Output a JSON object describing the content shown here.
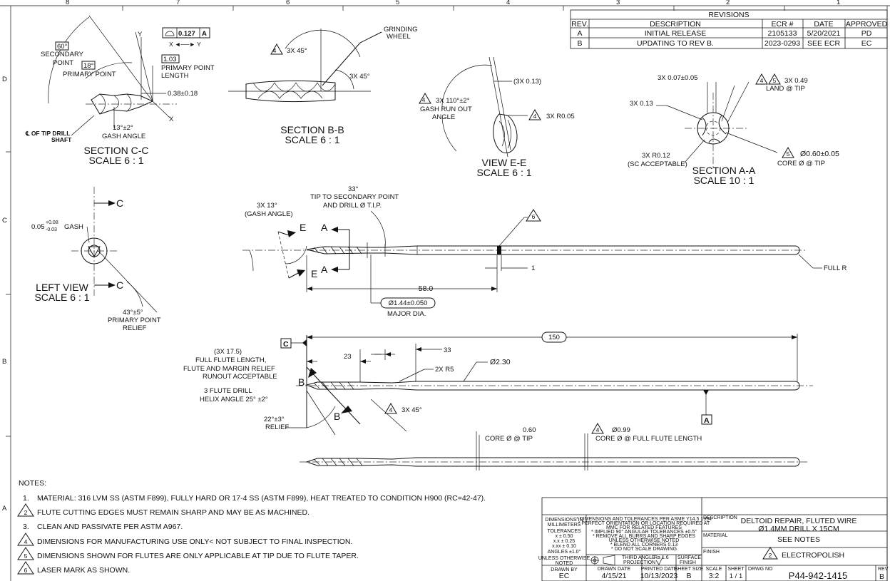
{
  "border": {
    "top_zones": [
      "8",
      "7",
      "6",
      "5",
      "4",
      "3",
      "2",
      "1"
    ],
    "side_zones": [
      "D",
      "C",
      "B",
      "A"
    ]
  },
  "revisions": {
    "title": "REVISIONS",
    "headers": [
      "REV.",
      "DESCRIPTION",
      "ECR #",
      "DATE",
      "APPROVED"
    ],
    "rows": [
      [
        "A",
        "INITIAL RELEASE",
        "2105133",
        "5/20/2021",
        "PD"
      ],
      [
        "B",
        "UPDATING TO REV B.",
        "2023-0293",
        "SEE ECR",
        "EC"
      ]
    ]
  },
  "section_cc": {
    "title": "SECTION C-C",
    "scale": "SCALE 6 : 1",
    "secondary_angle": "60°",
    "secondary_label_1": "SECONDARY",
    "secondary_label_2": "POINT",
    "primary_angle": "18°",
    "primary_label": "PRIMARY POINT",
    "y_label": "Y",
    "x_label": "X",
    "profile_tol": "0.127",
    "datum_a": "A",
    "x_to_y": "X ◄──► Y",
    "point_length": "1.03",
    "point_length_label_1": "PRIMARY POINT",
    "point_length_label_2": "LENGTH",
    "offset_dim": "0.38±0.18",
    "gash_angle": "13°±2°",
    "gash_label": "GASH ANGLE",
    "shaft_label_1": "℄ OF TIP DRILL",
    "shaft_label_2": "SHAFT"
  },
  "section_bb": {
    "title": "SECTION B-B",
    "scale": "SCALE 6 : 1",
    "note_flag": "4",
    "note_1": "3X 45°",
    "note_2": "3X 45°",
    "wheel_1": "GRINDING",
    "wheel_2": "WHEEL"
  },
  "view_ee": {
    "title": "VIEW E-E",
    "scale": "SCALE 6 : 1",
    "dim_1": "(3X 0.13)",
    "flag_1": "4",
    "runout_1": "3X 110°±2°",
    "runout_2": "GASH RUN OUT",
    "runout_3": "ANGLE",
    "flag_2": "4",
    "radius": "3X R0.05"
  },
  "section_aa": {
    "title": "SECTION A-A",
    "scale": "SCALE 10 : 1",
    "dim_1": "3X 0.07±0.05",
    "flag_4": "4",
    "flag_5": "5",
    "land_1": "3X 0.49",
    "land_2": "LAND @ TIP",
    "dim_2": "3X 0.13",
    "radius_1": "3X R0.12",
    "radius_2": "(SC ACCEPTABLE)",
    "core_dim": "Ø0.60±0.05",
    "core_label": "CORE Ø @ TIP"
  },
  "left_view": {
    "title": "LEFT VIEW",
    "scale": "SCALE 6 : 1",
    "gash_base": "0.05",
    "gash_plus": "+0.08",
    "gash_minus": "-0.03",
    "gash_label": "GASH",
    "section_letter": "C",
    "relief_1": "43°±5°",
    "relief_2": "PRIMARY POINT",
    "relief_3": "RELIEF"
  },
  "main_view": {
    "gash_1": "3X 13°",
    "gash_2": "(GASH ANGLE)",
    "tip_1": "33°",
    "tip_2": "TIP TO SECONDARY POINT",
    "tip_3": "AND DRILL Ø T.I.P.",
    "section_e": "E",
    "section_a": "A",
    "laser_flag": "6",
    "mark_width": "1",
    "full_r": "FULL R",
    "length": "58.0",
    "major_dia": "Ø1.44±0.050",
    "major_label": "MAJOR DIA."
  },
  "lower_view": {
    "datum_c": "C",
    "overall": "150",
    "flute_1": "(3X 17.5)",
    "flute_2": "FULL FLUTE LENGTH,",
    "flute_3": "FLUTE AND MARGIN RELIEF",
    "flute_4": "RUNOUT ACCEPTABLE",
    "dim_23": "23",
    "dim_33": "33",
    "radius": "2X R5",
    "dia": "Ø2.30",
    "helix_1": "3 FLUTE DRILL",
    "helix_2": "HELIX ANGLE 25° ±2°",
    "section_b": "B",
    "flag_4": "4",
    "angle": "3X 45°",
    "relief_1": "22°±3°",
    "relief_2": "RELIEF",
    "datum_a": "A"
  },
  "bottom_view": {
    "core_tip_val": "0.60",
    "core_tip_label": "CORE Ø @ TIP",
    "flag_4": "4",
    "core_full_val": "Ø0.99",
    "core_full_label": "CORE Ø @ FULL FLUTE LENGTH"
  },
  "notes": {
    "title": "NOTES:",
    "items": [
      {
        "num": "1.",
        "flag": false,
        "text": "MATERIAL:  316 LVM SS (ASTM F899), FULLY HARD  OR  17-4 SS (ASTM F899), HEAT TREATED TO CONDITION H900 (RC=42-47)."
      },
      {
        "num": "2",
        "flag": true,
        "text": "FLUTE CUTTING EDGES MUST REMAIN SHARP AND MAY BE AS MACHINED."
      },
      {
        "num": "3.",
        "flag": false,
        "text": "CLEAN AND PASSIVATE PER ASTM A967."
      },
      {
        "num": "4",
        "flag": true,
        "text": "DIMENSIONS FOR MANUFACTURING USE ONLY< NOT SUBJECT TO FINAL INSPECTION."
      },
      {
        "num": "5",
        "flag": true,
        "text": "DIMENSIONS SHOWN FOR FLUTES ARE ONLY APPLICABLE AT TIP DUE TO FLUTE TAPER."
      },
      {
        "num": "6",
        "flag": true,
        "text": "LASER MARK AS SHOWN."
      }
    ]
  },
  "title_block": {
    "dims_1": "DIMENSIONS IN",
    "dims_2": "MILLIMETERS",
    "tol_title": "TOLERANCES",
    "tol_1": "x ± 0.50",
    "tol_2": "x.x ± 0.25",
    "tol_3": "x.xx ± 0.10",
    "tol_4": "ANGLES ±1.0°",
    "unless_1": "UNLESS OTHERWISE",
    "unless_2": "NOTED",
    "gen_1": "* DIMENSIONS AND TOLERANCES PER ASME Y14.5 1994",
    "gen_2": "* PERFECT ORIENTATION OR LOCATION REQUIRED AT",
    "gen_3": "MMC FOR RELATED FEATURES",
    "gen_4": "* IMPLIED 90° ANGULAR TOLERANCES ±0.5°",
    "gen_5": "* REMOVE ALL BURRS AND SHARP EDGES",
    "gen_6": "UNLESS OTHERWISE NOTED",
    "gen_7": "* BLEND ALL CORNERS 0.13",
    "gen_8": "* DO NOT SCALE DRAWING",
    "projection_1": "THIRD ANGLE",
    "projection_2": "PROJECTION",
    "finish_val": "Ra 1.6",
    "finish_1": "SURFACE",
    "finish_2": "FINISH",
    "desc_label": "DESCRIPTION",
    "desc_1": "DELTOID REPAIR, FLUTED WIRE",
    "desc_2": "Ø1.4MM DRILL X 15CM",
    "material_label": "MATERIAL",
    "material": "SEE NOTES",
    "finish_label": "FINISH",
    "finish_flag": "2",
    "finish": "ELECTROPOLISH",
    "drawn_by_label": "DRAWN BY",
    "drawn_by": "EC",
    "drawn_date_label": "DRAWN DATE",
    "drawn_date": "4/15/21",
    "printed_label": "PRINTED DATE",
    "printed": "10/13/2023",
    "sheet_size_label": "SHEET SIZE",
    "sheet_size": "B",
    "scale_label": "SCALE",
    "scale": "3:2",
    "sheet_label": "SHEET",
    "sheet": "1 / 1",
    "dwg_label": "DRWG NO",
    "dwg": "P44-942-1415",
    "rev_label": "REV",
    "rev": "B"
  }
}
